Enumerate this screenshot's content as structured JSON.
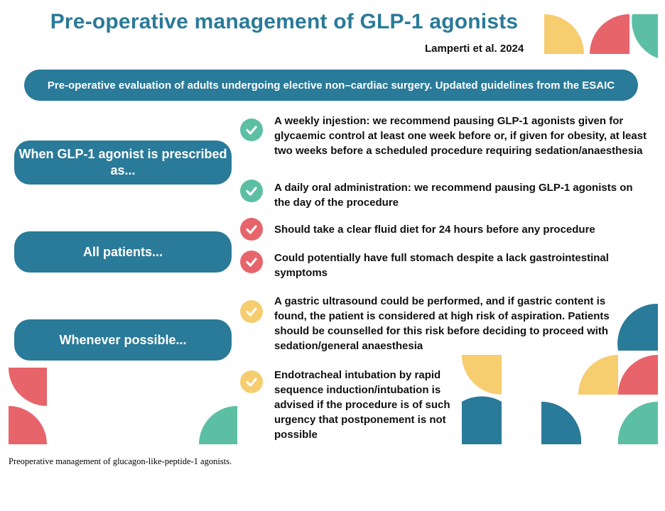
{
  "header": {
    "title": "Pre-operative management of GLP-1 agonists",
    "citation": "Lamperti et al. 2024"
  },
  "banner": {
    "text": "Pre-operative evaluation of adults undergoing elective non–cardiac surgery. Updated guidelines from the ESAIC"
  },
  "sections": [
    {
      "label": "When GLP-1 agonist is prescribed as...",
      "color": "#5cbfa4",
      "items": [
        "A weekly injestion: we recommend pausing GLP-1 agonists given for glycaemic control at least one week before or, if given for obesity, at least two weeks before a scheduled procedure requiring sedation/anaesthesia",
        "A daily oral administration: we recommend pausing GLP-1 agonists on the day of the procedure"
      ]
    },
    {
      "label": "All patients...",
      "color": "#e8646b",
      "items": [
        "Should take a clear fluid diet for 24 hours before any procedure",
        "Could potentially have full stomach despite a lack gastrointestinal symptoms"
      ]
    },
    {
      "label": "Whenever possible...",
      "color": "#f6cd6f",
      "items": [
        "A gastric ultrasound could be performed, and if gastric content is found, the patient is considered at high risk of aspiration. Patients should be counselled for this  risk before deciding to proceed with sedation/general anaesthesia",
        "Endotracheal intubation by rapid sequence induction/intubation is advised if the procedure is of such urgency that postponement is not possible"
      ]
    }
  ],
  "caption": "Preoperative management of glucagon-like-peptide-1 agonists.",
  "colors": {
    "primary": "#2a7a99",
    "teal": "#5cbfa4",
    "coral": "#e8646b",
    "yellow": "#f6cd6f"
  },
  "icons": [
    "check-circle-icon"
  ]
}
